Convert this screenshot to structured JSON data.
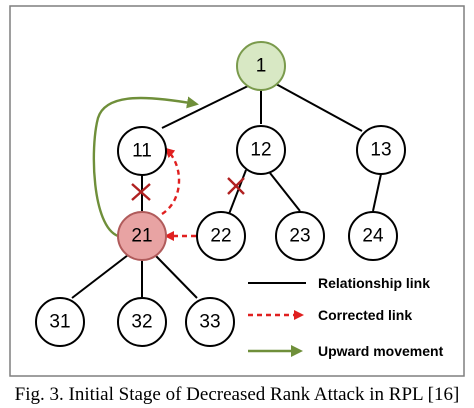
{
  "colors": {
    "frame": "#7f7f7f",
    "node_fill": "#ffffff",
    "root_fill": "#d8e8c4",
    "root_stroke": "#7a9a4c",
    "attacker_fill": "#e8a3a3",
    "attacker_stroke": "#b05b5b",
    "relationship": "#000000",
    "corrected": "#e02020",
    "upward": "#6f8f3a"
  },
  "nodes": {
    "n1": "1",
    "n11": "11",
    "n12": "12",
    "n13": "13",
    "n21": "21",
    "n22": "22",
    "n23": "23",
    "n24": "24",
    "n31": "31",
    "n32": "32",
    "n33": "33"
  },
  "legend": {
    "relationship": "Relationship link",
    "corrected": "Corrected link",
    "upward": "Upward movement"
  },
  "caption": "Fig. 3. Initial Stage of Decreased Rank Attack in RPL [16]"
}
